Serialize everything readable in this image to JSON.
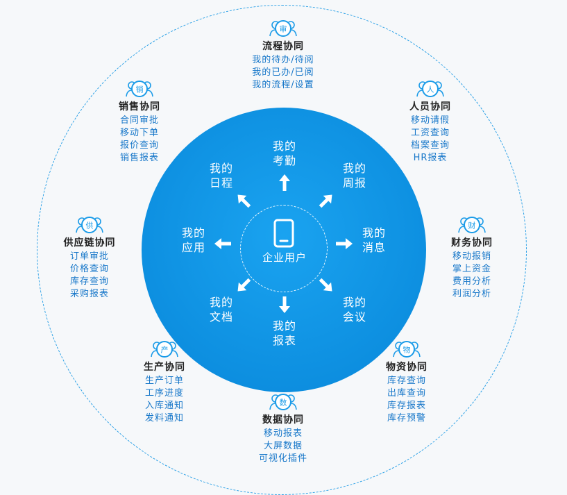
{
  "colors": {
    "disc": "#0d8fe0",
    "ring": "#2aa0e6",
    "module_title": "#222222",
    "module_item": "#1777c9",
    "icon": "#1a9be8"
  },
  "center": {
    "label": "企业用户",
    "icon": "tablet-icon"
  },
  "inner_items": {
    "top": [
      "我的",
      "考勤"
    ],
    "top_right": [
      "我的",
      "周报"
    ],
    "right": [
      "我的",
      "消息"
    ],
    "bottom_right": [
      "我的",
      "会议"
    ],
    "bottom": [
      "我的",
      "报表"
    ],
    "bottom_left": [
      "我的",
      "文档"
    ],
    "left": [
      "我的",
      "应用"
    ],
    "top_left": [
      "我的",
      "日程"
    ]
  },
  "modules": {
    "process": {
      "badge": "审",
      "title": "流程协同",
      "items": [
        "我的待办/待阅",
        "我的已办/已阅",
        "我的流程/设置"
      ]
    },
    "personnel": {
      "badge": "人",
      "title": "人员协同",
      "items": [
        "移动请假",
        "工资查询",
        "档案查询",
        "HR报表"
      ]
    },
    "finance": {
      "badge": "财",
      "title": "财务协同",
      "items": [
        "移动报销",
        "掌上资金",
        "费用分析",
        "利润分析"
      ]
    },
    "material": {
      "badge": "物",
      "title": "物资协同",
      "items": [
        "库存查询",
        "出库查询",
        "库存报表",
        "库存预警"
      ]
    },
    "data": {
      "badge": "数",
      "title": "数据协同",
      "items": [
        "移动报表",
        "大屏数据",
        "可视化插件"
      ]
    },
    "production": {
      "badge": "产",
      "title": "生产协同",
      "items": [
        "生产订单",
        "工序进度",
        "入库通知",
        "发料通知"
      ]
    },
    "supply": {
      "badge": "供",
      "title": "供应链协同",
      "items": [
        "订单审批",
        "价格查询",
        "库存查询",
        "采购报表"
      ]
    },
    "sales": {
      "badge": "销",
      "title": "销售协同",
      "items": [
        "合同审批",
        "移动下单",
        "报价查询",
        "销售报表"
      ]
    }
  }
}
